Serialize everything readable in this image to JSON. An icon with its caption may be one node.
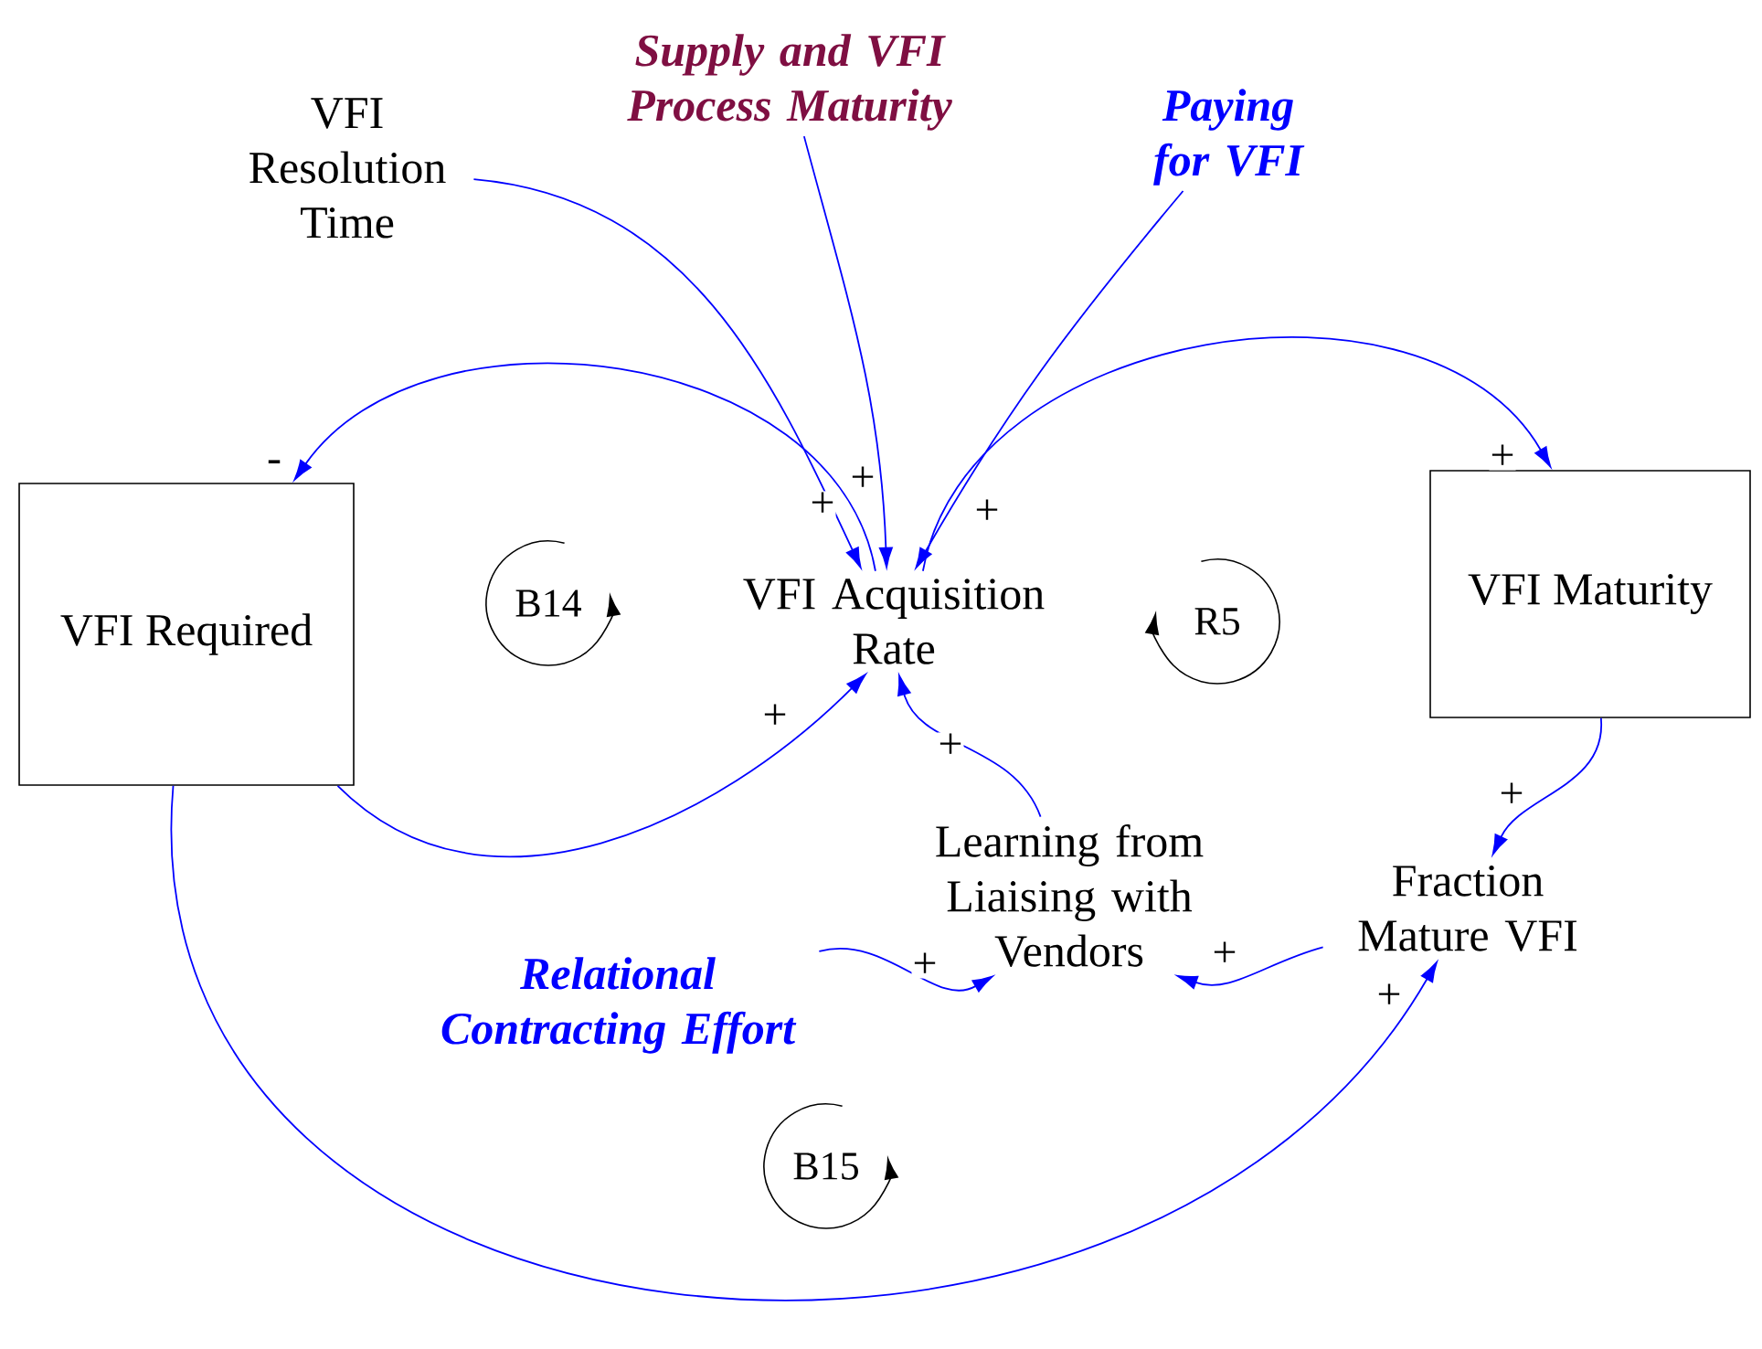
{
  "diagram": {
    "nodes": [
      {
        "text": [
          "VFI Resolution Time"
        ]
      },
      {
        "text": [
          "Supply and VFI Process Maturity"
        ]
      },
      {
        "text": [
          "Paying for VFI"
        ]
      },
      {
        "text": [
          "VFI Required"
        ]
      },
      {
        "text": [
          "VFI Acquisition Rate"
        ]
      },
      {
        "text": [
          "VFI Maturity"
        ]
      },
      {
        "text": [
          "Learning from Liaising with Vendors"
        ]
      },
      {
        "text": [
          "Fraction Mature VFI"
        ]
      },
      {
        "text": [
          "Relational Contracting Effort"
        ]
      }
    ],
    "edges": [
      {
        "from": 0,
        "to": 4,
        "arrow": "to",
        "label": "+"
      },
      {
        "from": 1,
        "to": 4,
        "arrow": "to",
        "label": "+"
      },
      {
        "from": 2,
        "to": 4,
        "arrow": "to",
        "label": "+"
      },
      {
        "from": 4,
        "to": 3,
        "arrow": "to",
        "label": "-"
      },
      {
        "from": 4,
        "to": 5,
        "arrow": "to",
        "label": "+"
      },
      {
        "from": 3,
        "to": 4,
        "arrow": "to",
        "label": "+"
      },
      {
        "from": 6,
        "to": 4,
        "arrow": "to",
        "label": "+"
      },
      {
        "from": 5,
        "to": 7,
        "arrow": "to",
        "label": "+"
      },
      {
        "from": 7,
        "to": 6,
        "arrow": "to",
        "label": "+"
      },
      {
        "from": 8,
        "to": 6,
        "arrow": "to",
        "label": "+"
      },
      {
        "from": 3,
        "to": 7,
        "arrow": "to",
        "label": "+"
      }
    ],
    "labels": [
      "B14",
      "R5",
      "B15"
    ]
  }
}
